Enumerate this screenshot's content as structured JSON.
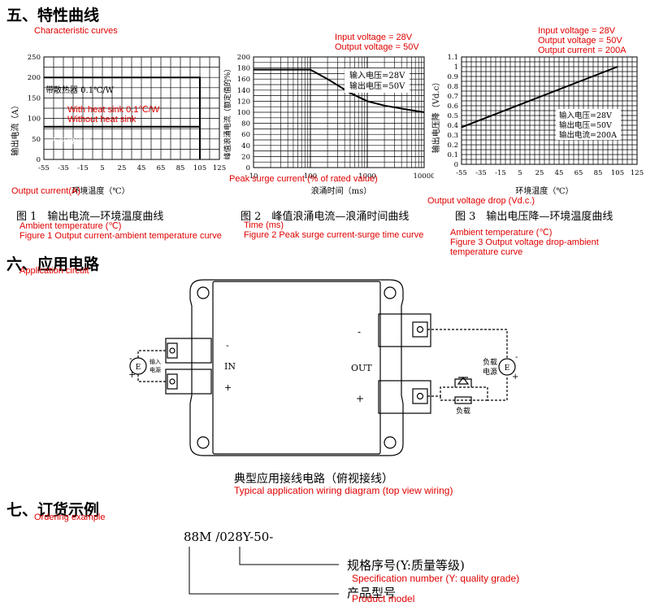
{
  "sections": {
    "s5": {
      "title": "五、特性曲线",
      "translation": "Characteristic curves"
    },
    "s6": {
      "title": "六、应用电路",
      "translation": "Application circuit"
    },
    "s7": {
      "title": "七、订货示例",
      "translation": "Ordering example"
    }
  },
  "chart_data": [
    {
      "type": "line",
      "caption": "图 1　输出电流—环境温度曲线",
      "caption_translation_1": "Ambient temperature (℃)",
      "caption_translation_2": "Figure 1 Output current-ambient temperature curve",
      "ylabel": "输出电流（A）",
      "ylabel_translation": "Output current(A)",
      "xlabel": "环境温度（℃）",
      "x_ticks": [
        "-55",
        "-35",
        "-15",
        "5",
        "25",
        "45",
        "65",
        "85",
        "105",
        "125"
      ],
      "y_ticks": [
        "0",
        "50",
        "100",
        "150",
        "200",
        "250"
      ],
      "xlim": [
        -55,
        125
      ],
      "ylim": [
        0,
        250
      ],
      "series": [
        {
          "name": "带散热器 0.1℃/W",
          "translation": "With heat sink 0.1℃/W",
          "x": [
            -55,
            105,
            105
          ],
          "y": [
            200,
            200,
            0
          ]
        },
        {
          "name": "不带散热器",
          "translation": "Without heat sink",
          "x": [
            -55,
            105,
            105
          ],
          "y": [
            80,
            80,
            0
          ]
        }
      ]
    },
    {
      "type": "line",
      "caption": "图 2　峰值浪涌电流—浪涌时间曲线",
      "caption_translation_1": "Time (ms)",
      "caption_translation_2": "Figure 2 Peak surge current-surge time curve",
      "ylabel": "峰值浪涌电流（额定值的%）",
      "ylabel_translation": "Peak surge current (% of rated value)",
      "xlabel": "浪涌时间（ms）",
      "x_scale": "log",
      "x_ticks": [
        "10",
        "100",
        "1000",
        "10000"
      ],
      "y_ticks": [
        "0",
        "20",
        "40",
        "60",
        "80",
        "100",
        "120",
        "140",
        "160",
        "180",
        "200"
      ],
      "xlim": [
        10,
        10000
      ],
      "ylim": [
        0,
        200
      ],
      "legend": [
        "输入电压=28V",
        "输出电压=50V"
      ],
      "annotation_1": "Input voltage = 28V",
      "annotation_2": "Output voltage = 50V",
      "series": [
        {
          "x": [
            10,
            100,
            200,
            500,
            1000,
            2000,
            5000,
            10000
          ],
          "y": [
            177,
            177,
            160,
            135,
            120,
            112,
            105,
            100
          ]
        }
      ]
    },
    {
      "type": "line",
      "caption": "图 3　输出电压降—环境温度曲线",
      "caption_translation_1": "Ambient temperature (℃)",
      "caption_translation_2": "Figure 3 Output voltage drop-ambient",
      "caption_translation_3": "temperature curve",
      "ylabel": "输出电压降（Vd.c）",
      "ylabel_translation": "Output voltage drop (Vd.c.)",
      "xlabel": "环境温度（℃）",
      "x_ticks": [
        "-55",
        "-35",
        "-15",
        "5",
        "25",
        "45",
        "65",
        "85",
        "105",
        "125"
      ],
      "y_ticks": [
        "0",
        "0.1",
        "0.2",
        "0.3",
        "0.4",
        "0.5",
        "0.6",
        "0.7",
        "0.8",
        "0.9",
        "1",
        "1.1"
      ],
      "xlim": [
        -55,
        125
      ],
      "ylim": [
        0,
        1.1
      ],
      "legend": [
        "输入电压=28V",
        "输出电压=50V",
        "输出电流=200A"
      ],
      "annotation_1": "Input voltage = 28V",
      "annotation_2": "Output voltage = 50V",
      "annotation_3": "Output current = 200A",
      "series": [
        {
          "x": [
            -55,
            105
          ],
          "y": [
            0.38,
            1.0
          ]
        }
      ]
    }
  ],
  "circuit": {
    "in_label": "IN",
    "out_label": "OUT",
    "minus": "-",
    "plus": "+",
    "input_source": "输入\n电源",
    "load_source": "负载\n电源",
    "load": "负载",
    "source_symbol": "E",
    "caption": "典型应用接线电路（俯视接线）",
    "caption_translation": "Typical application wiring diagram (top view wiring)"
  },
  "order": {
    "code": "88M /028Y-50-",
    "spec_label": "规格序号(Y:质量等级)",
    "spec_translation": "Specification number (Y: quality grade)",
    "model_label": "产品型号",
    "model_translation": "Product model"
  },
  "colors": {
    "annotation": "#e00000",
    "grid": "#000000"
  }
}
